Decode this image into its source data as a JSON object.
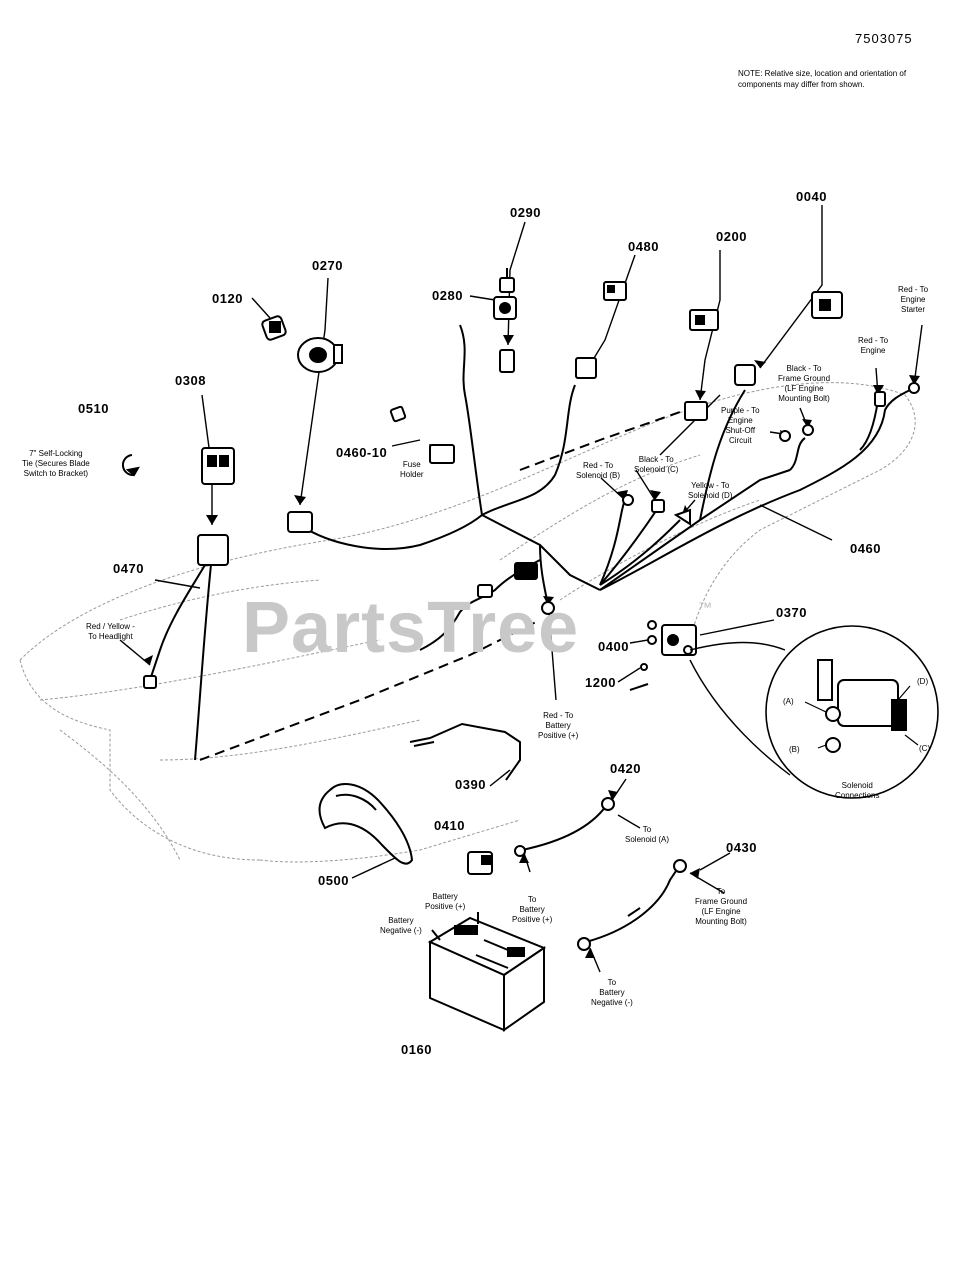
{
  "document_id": "7503075",
  "note": "NOTE: Relative size, location and orientation of\ncomponents may differ from shown.",
  "watermark": {
    "text": "PartsTree",
    "trademark": "™"
  },
  "part_numbers": {
    "p0040": "0040",
    "p0120": "0120",
    "p0160": "0160",
    "p0200": "0200",
    "p0270": "0270",
    "p0280": "0280",
    "p0290": "0290",
    "p0308": "0308",
    "p0370": "0370",
    "p0390": "0390",
    "p0400": "0400",
    "p0410": "0410",
    "p0420": "0420",
    "p0430": "0430",
    "p0460": "0460",
    "p0460_10": "0460-10",
    "p0470": "0470",
    "p0480": "0480",
    "p0500": "0500",
    "p0510": "0510",
    "p1200": "1200"
  },
  "callouts": {
    "self_locking_tie": "7\" Self-Locking\nTie (Secures Blade\nSwitch to Bracket)",
    "fuse_holder": "Fuse\nHolder",
    "red_yellow_headlight": "Red / Yellow -\nTo Headlight",
    "red_solenoid_b": "Red - To\nSolenoid (B)",
    "black_solenoid_c": "Black - To\nSolenoid (C)",
    "yellow_solenoid_d": "Yellow - To\nSolenoid (D)",
    "purple_engine_shutoff": "Purple - To\nEngine\nShut-Off\nCircuit",
    "black_frame_ground": "Black - To\nFrame Ground\n(LF Engine\nMounting Bolt)",
    "red_engine": "Red - To\nEngine",
    "red_engine_starter": "Red - To\nEngine\nStarter",
    "red_battery_positive": "Red - To\nBattery\nPositive (+)",
    "solenoid_connections": "Solenoid\nConnections",
    "term_a": "(A)",
    "term_b": "(B)",
    "term_c": "(C)",
    "term_d": "(D)",
    "to_solenoid_a": "To\nSolenoid (A)",
    "to_battery_positive": "To\nBattery\nPositive (+)",
    "battery_positive": "Battery\nPositive (+)",
    "battery_negative": "Battery\nNegative (-)",
    "to_battery_negative": "To\nBattery\nNegative (-)",
    "to_frame_ground": "To\nFrame Ground\n(LF Engine\nMounting Bolt)"
  },
  "colors": {
    "ink": "#000000",
    "outline": "#555555",
    "watermark": "#c8c8c8"
  }
}
